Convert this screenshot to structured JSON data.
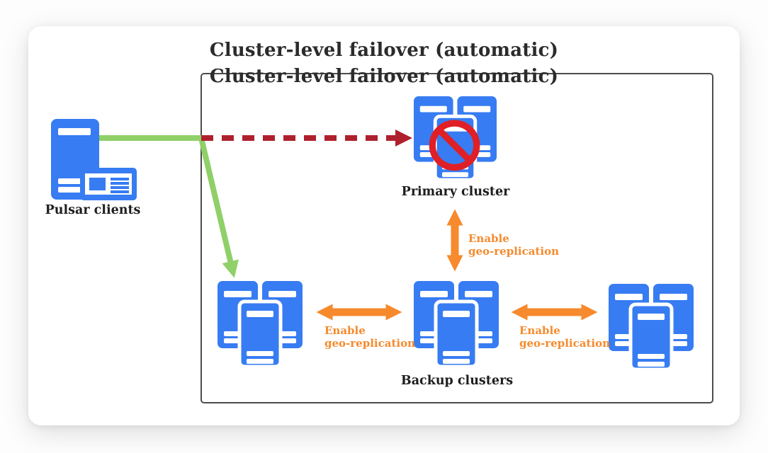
{
  "title": "Cluster-level failover (automatic)",
  "colors": {
    "blue": "#377CF2",
    "green": "#8FD069",
    "red_dashed": "#AF202E",
    "red_prohibited": "#E01F26",
    "orange": "#F68A2D",
    "box_border": "#4C4C4C",
    "text_dark": "#1E1E1E",
    "card_bg": "#FFFFFF"
  },
  "nodes": {
    "pulsar_clients": {
      "label": "Pulsar clients"
    },
    "primary_cluster": {
      "label": "Primary cluster"
    },
    "backup_clusters": {
      "label": "Backup clusters"
    }
  },
  "geo_labels": [
    {
      "line1": "Enable",
      "line2": "geo-replication"
    },
    {
      "line1": "Enable",
      "line2": "geo-replication"
    },
    {
      "line1": "Enable",
      "line2": "geo-replication"
    }
  ]
}
